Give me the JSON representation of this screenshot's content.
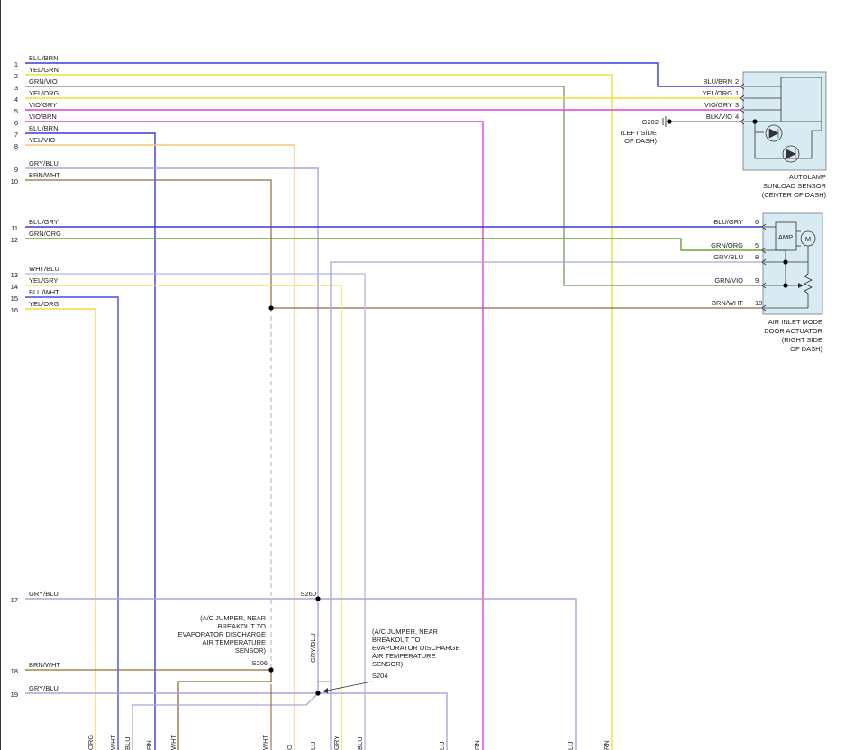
{
  "colors": {
    "BLU/BRN": "#3a3ad6",
    "YEL/GRN": "#e4e83a",
    "GRN/VIO": "#6d8f55",
    "YEL/ORG": "#f2da3c",
    "VIO/GRY": "#e23fdc",
    "VIO/BRN": "#e23fdc",
    "YEL/VIO": "#f7c96c",
    "GRY/BLU": "#a8a6d8",
    "BRN/WHT": "#8f6e38",
    "BLU/GRY": "#3a3ad6",
    "GRN/ORG": "#68a52a",
    "WHT/BLU": "#b3b5de",
    "YEL/GRY": "#f5e63c",
    "BLU/WHT": "#4a4ae0",
    "BLK/VIO": "#806a8e",
    "component_fill": "#d9ebf2",
    "component_stroke": "#607d8b"
  },
  "left_pins": [
    {
      "num": "1",
      "label": "BLU/BRN"
    },
    {
      "num": "2",
      "label": "YEL/GRN"
    },
    {
      "num": "3",
      "label": "GRN/VIO"
    },
    {
      "num": "4",
      "label": "YEL/ORG"
    },
    {
      "num": "5",
      "label": "VIO/GRY"
    },
    {
      "num": "6",
      "label": "VIO/BRN"
    },
    {
      "num": "7",
      "label": "BLU/BRN"
    },
    {
      "num": "8",
      "label": "YEL/VIO"
    },
    {
      "num": "9",
      "label": "GRY/BLU"
    },
    {
      "num": "10",
      "label": "BRN/WHT"
    },
    {
      "num": "11",
      "label": "BLU/GRY"
    },
    {
      "num": "12",
      "label": "GRN/ORG"
    },
    {
      "num": "13",
      "label": "WHT/BLU"
    },
    {
      "num": "14",
      "label": "YEL/GRY"
    },
    {
      "num": "15",
      "label": "BLU/WHT"
    },
    {
      "num": "16",
      "label": "YEL/ORG"
    },
    {
      "num": "17",
      "label": "GRY/BLU"
    },
    {
      "num": "18",
      "label": "BRN/WHT"
    },
    {
      "num": "19",
      "label": "GRY/BLU"
    }
  ],
  "autolamp": {
    "title_lines": [
      "AUTOLAMP",
      "SUNLOAD SENSOR",
      "(CENTER OF DASH)"
    ],
    "pins": [
      {
        "num": "2",
        "label": "BLU/BRN"
      },
      {
        "num": "1",
        "label": "YEL/ORG"
      },
      {
        "num": "3",
        "label": "VIO/GRY"
      },
      {
        "num": "4",
        "label": "BLK/VIO"
      }
    ]
  },
  "ground": {
    "id": "G202",
    "lines": [
      "(LEFT SIDE",
      "OF DASH)"
    ]
  },
  "actuator": {
    "title_lines": [
      "AIR INLET MODE",
      "DOOR ACTUATOR",
      "(RIGHT SIDE",
      "OF DASH)"
    ],
    "amp_label": "AMP",
    "motor_label": "M",
    "pins": [
      {
        "num": "6",
        "label": "BLU/GRY"
      },
      {
        "num": "5",
        "label": "GRN/ORG"
      },
      {
        "num": "8",
        "label": "GRY/BLU"
      },
      {
        "num": "9",
        "label": "GRN/VIO"
      },
      {
        "num": "10",
        "label": "BRN/WHT"
      }
    ]
  },
  "splices": {
    "s260": "S260",
    "s206": "S206",
    "s204": "S204",
    "s206_note": [
      "(A/C JUMPER, NEAR",
      "BREAKOUT TO",
      "EVAPORATOR DISCHARGE",
      "AIR TEMPERATURE",
      "SENSOR)"
    ],
    "s204_note": [
      "(A/C JUMPER, NEAR",
      "BREAKOUT TO",
      "EVAPORATOR DISCHARGE",
      "AIR TEMPERATURE",
      "SENSOR)"
    ],
    "vertical_label": "GRY/BLU"
  },
  "bottom_labels": [
    {
      "id": "b1",
      "text": "ORG"
    },
    {
      "id": "b2",
      "text": "WHT"
    },
    {
      "id": "b3",
      "text": "BLU"
    },
    {
      "id": "b4",
      "text": "RN"
    },
    {
      "id": "b5",
      "text": "WHT"
    },
    {
      "id": "b6",
      "text": "WHT"
    },
    {
      "id": "b7",
      "text": "O"
    },
    {
      "id": "b8",
      "text": "LU"
    },
    {
      "id": "b9",
      "text": "GRY"
    },
    {
      "id": "b10",
      "text": "BLU"
    },
    {
      "id": "b11",
      "text": "LU"
    },
    {
      "id": "b12",
      "text": "RN"
    },
    {
      "id": "b13",
      "text": "LU"
    },
    {
      "id": "b14",
      "text": "RN"
    }
  ]
}
